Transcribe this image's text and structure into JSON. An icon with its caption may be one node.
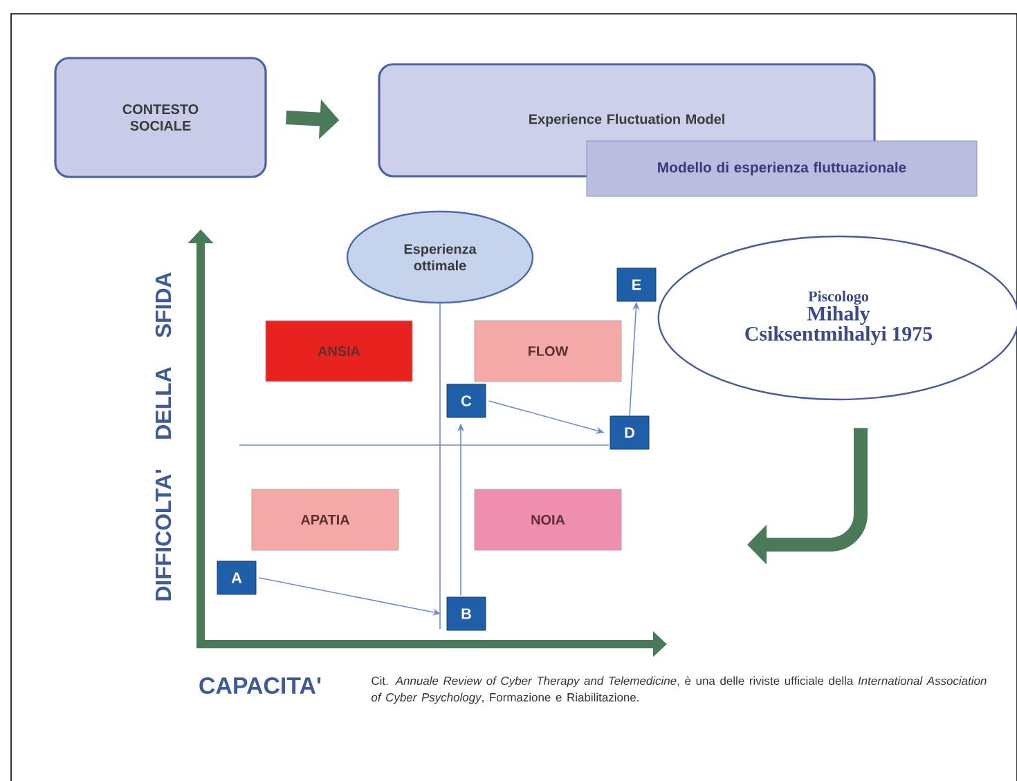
{
  "diagram": {
    "nodes": [
      {
        "text": [
          "CONTESTO SOCIALE"
        ]
      },
      {
        "text": [
          "Experience Fluctuation Model"
        ]
      },
      {
        "text": [
          "Modello di esperienza fluttuazionale"
        ]
      },
      {
        "text": [
          "Esperienza ottimale"
        ]
      },
      {
        "text": [
          "ANSIA"
        ]
      },
      {
        "text": [
          "FLOW"
        ]
      },
      {
        "text": [
          "APATIA"
        ]
      },
      {
        "text": [
          "NOIA"
        ]
      },
      {
        "text": [
          "A"
        ]
      },
      {
        "text": [
          "B"
        ]
      },
      {
        "text": [
          "C"
        ]
      },
      {
        "text": [
          "D"
        ]
      },
      {
        "text": [
          "E"
        ]
      },
      {
        "text": [
          "Piscologo",
          "Mihaly Csiksentmihalyi 1975"
        ]
      }
    ],
    "edges": [
      {
        "from": 0,
        "to": 1,
        "arrow": "to",
        "style": "thick",
        "color": "#4a7a58"
      },
      {
        "from": 8,
        "to": 9,
        "arrow": "to"
      },
      {
        "from": 9,
        "to": 10,
        "arrow": "to"
      },
      {
        "from": 10,
        "to": 11,
        "arrow": "to"
      },
      {
        "from": 11,
        "to": 12,
        "arrow": "to"
      },
      {
        "from": 13,
        "to": null,
        "arrow": "to",
        "style": "thick",
        "color": "#4a7a58"
      }
    ],
    "labels": [
      "DIFFICOLTA' DELLA SFIDA",
      "CAPACITA'"
    ],
    "caption": "Cit. *Annuale Review of Cyber Therapy and Telemedicine*, è una delle riviste ufficiale della *International Association of Cyber Psychology*, Formazione e Riabilitazione."
  }
}
